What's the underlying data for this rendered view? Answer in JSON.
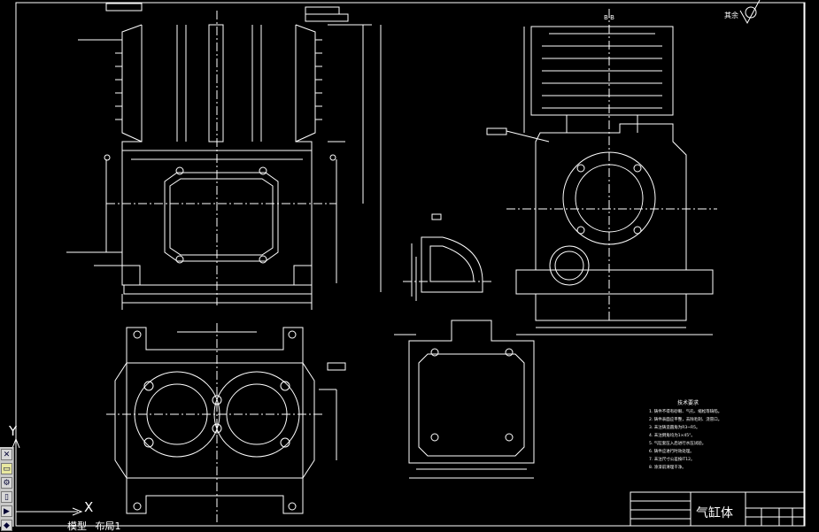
{
  "drawing": {
    "title_block_name": "气缸体",
    "section_label": "B-B",
    "roughness_note": "其余",
    "tech_req_heading": "技术要求",
    "tech_req_lines": [
      "1. 铸件不得有砂眼、气孔、缩松等缺陷。",
      "2. 铸件表面应平整，去除毛刺、浇冒口。",
      "3. 未注铸造圆角为R3~R5。",
      "4. 未注倒角均为1×45°。",
      "5. 气缸套压入后进行水压试验。",
      "6. 铸件应进行时效处理。",
      "7. 未注尺寸公差按IT12。",
      "8. 涂漆前清理干净。"
    ]
  },
  "ucs": {
    "x_label": "X",
    "y_label": "Y"
  },
  "layout_tabs": {
    "model": "模型",
    "layout1": "布局1"
  },
  "toolbar": {
    "buttons": [
      "✕",
      "▭",
      "⚙",
      "▯",
      "▶",
      "◆"
    ]
  },
  "colors": {
    "background": "#000000",
    "lines": "#ffffff",
    "toolbar": "#c8c8c8"
  }
}
